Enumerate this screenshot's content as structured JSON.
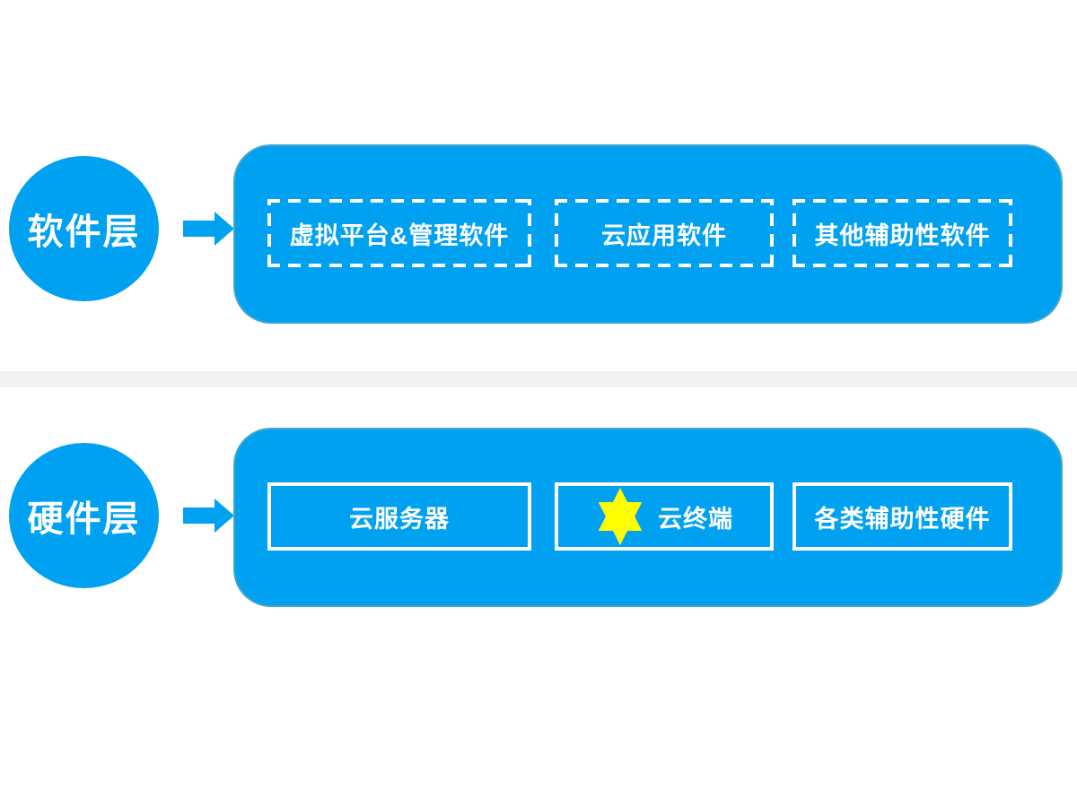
{
  "diagram": {
    "background": "#ffffff",
    "divider_color": "#f1f1f1",
    "accent_blue": "#00a1f1",
    "star_color": "#ffff00",
    "text_color": "#ffffff",
    "layers": [
      {
        "label": "软件层",
        "arrow_icon": "right-arrow-icon",
        "box_style": "dashed",
        "items": [
          {
            "label": "虚拟平台&管理软件"
          },
          {
            "label": "云应用软件"
          },
          {
            "label": "其他辅助性软件"
          }
        ]
      },
      {
        "label": "硬件层",
        "arrow_icon": "right-arrow-icon",
        "box_style": "solid",
        "items": [
          {
            "label": "云服务器"
          },
          {
            "label": "云终端",
            "icon": "six-pointed-star-icon"
          },
          {
            "label": "各类辅助性硬件"
          }
        ]
      }
    ]
  }
}
